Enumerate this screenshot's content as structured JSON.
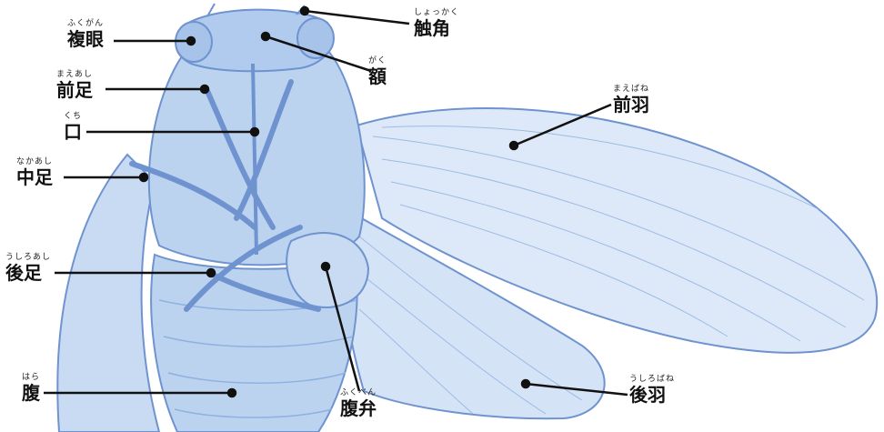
{
  "labels": {
    "compound_eye": {
      "text": "複眼",
      "reading": "ふくがん"
    },
    "antenna": {
      "text": "触角",
      "reading": "しょっかく"
    },
    "forehead": {
      "text": "額",
      "reading": "がく"
    },
    "foreleg": {
      "text": "前足",
      "reading": "まえあし"
    },
    "mouth": {
      "text": "口",
      "reading": "くち"
    },
    "forewing": {
      "text": "前羽",
      "reading": "まえばね"
    },
    "middle_leg": {
      "text": "中足",
      "reading": "なかあし"
    },
    "hind_leg": {
      "text": "後足",
      "reading": "うしろあし"
    },
    "abdomen": {
      "text": "腹",
      "reading": "はら"
    },
    "opercula": {
      "text": "腹弁",
      "reading": "ふくべん"
    },
    "hindwing": {
      "text": "後羽",
      "reading": "うしろばね"
    }
  },
  "colors": {
    "body_fill": "#bcd3f0",
    "body_stroke": "#6f93cf",
    "wing_fill": "#dde9f8",
    "leader_line": "#111111"
  }
}
